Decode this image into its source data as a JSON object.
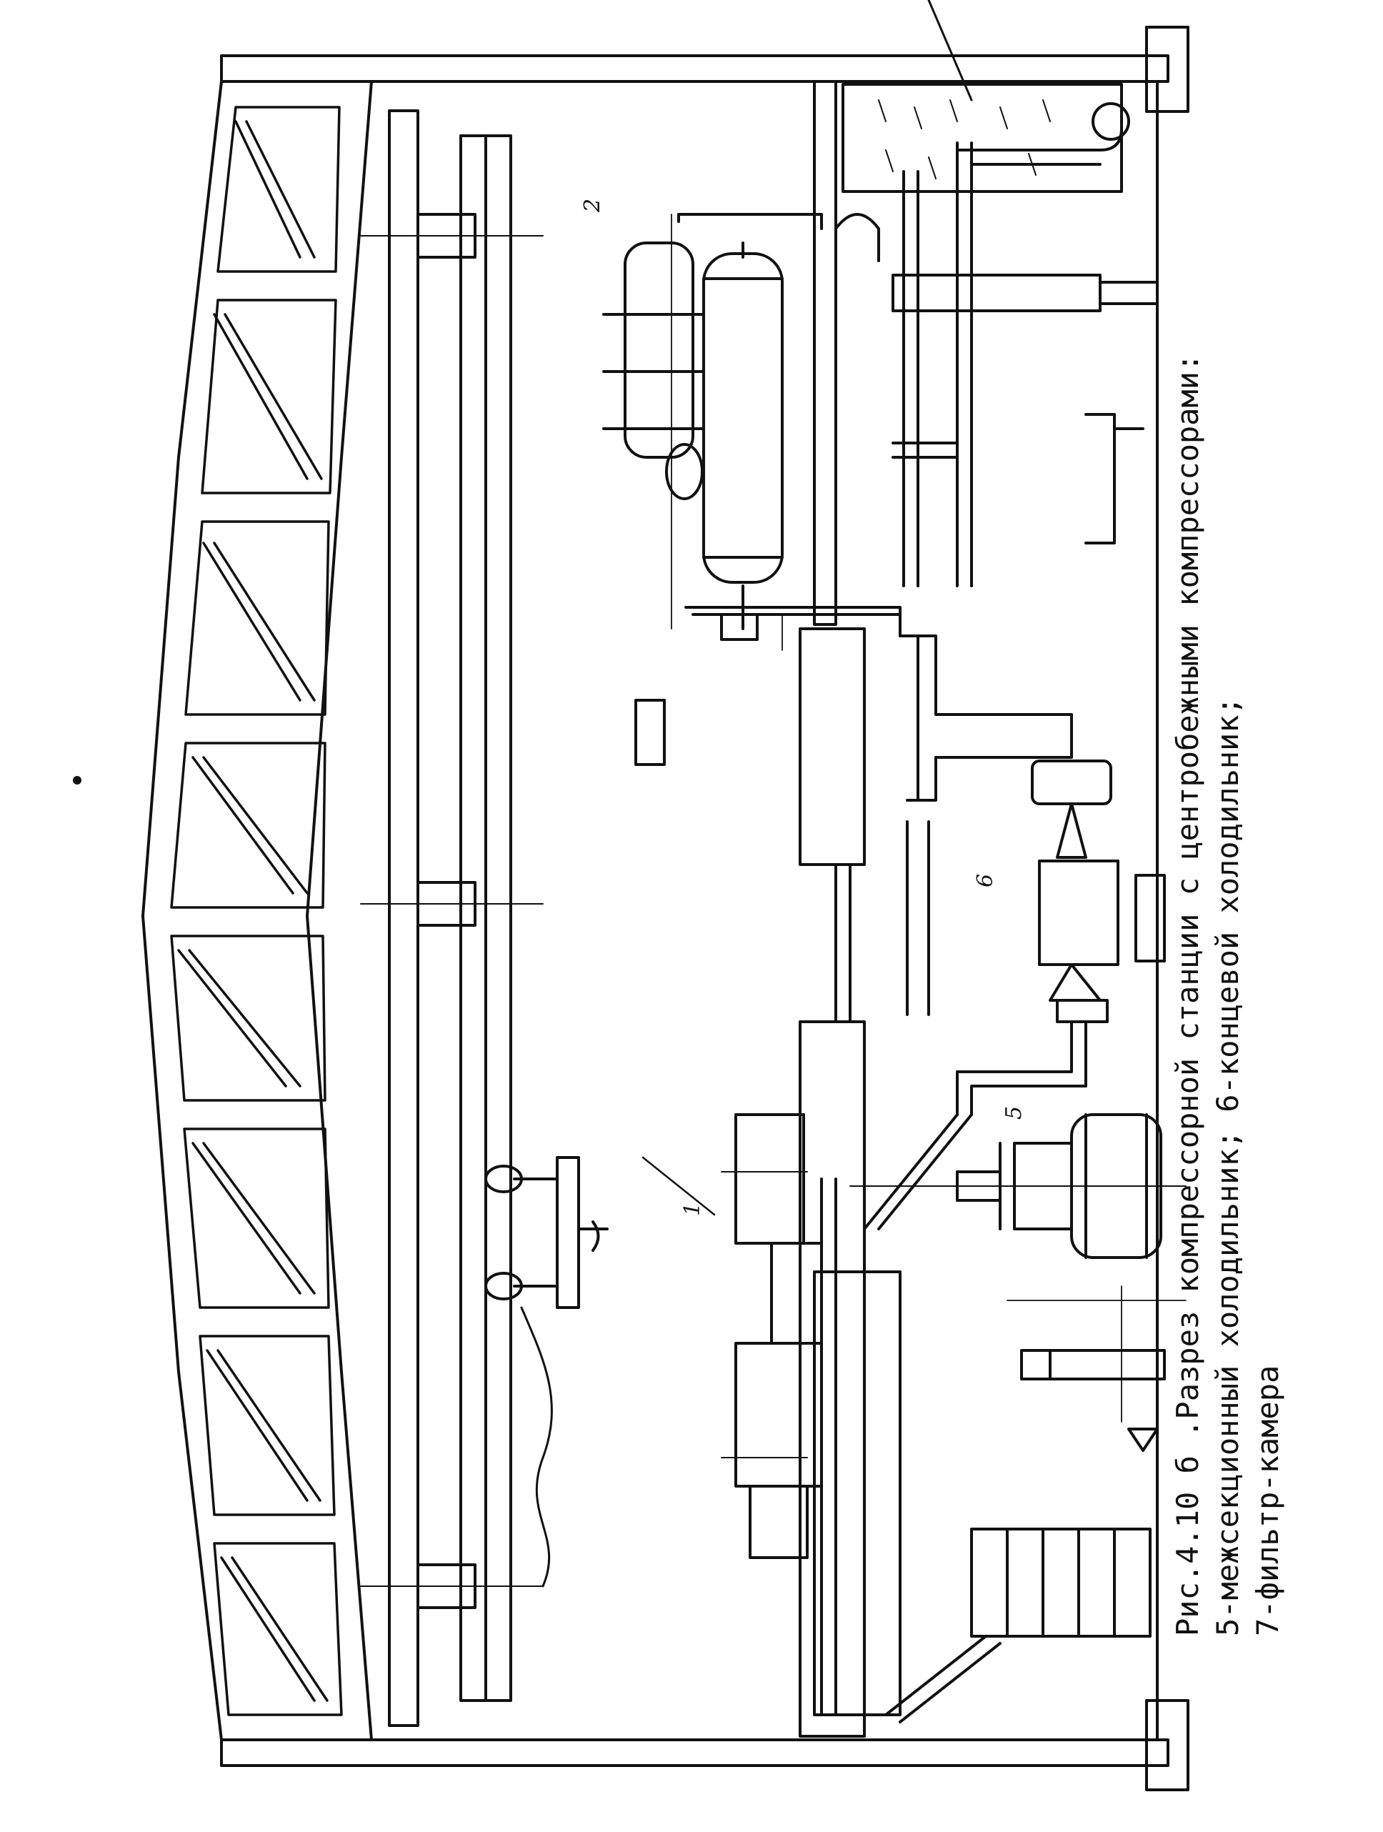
{
  "figure": {
    "callouts": {
      "c1": "1",
      "c2": "2",
      "c5": "5",
      "c6": "6"
    },
    "caption": {
      "line1": "Рис.4.10 б .Разрез компрессорной станции с центробежными компрессорами:",
      "line2": "5-межсекционный холодильник; 6-концевой холодильник;",
      "line3": "7-фильтр-камера"
    }
  },
  "colors": {
    "ink": "#111111",
    "paper": "#ffffff"
  }
}
